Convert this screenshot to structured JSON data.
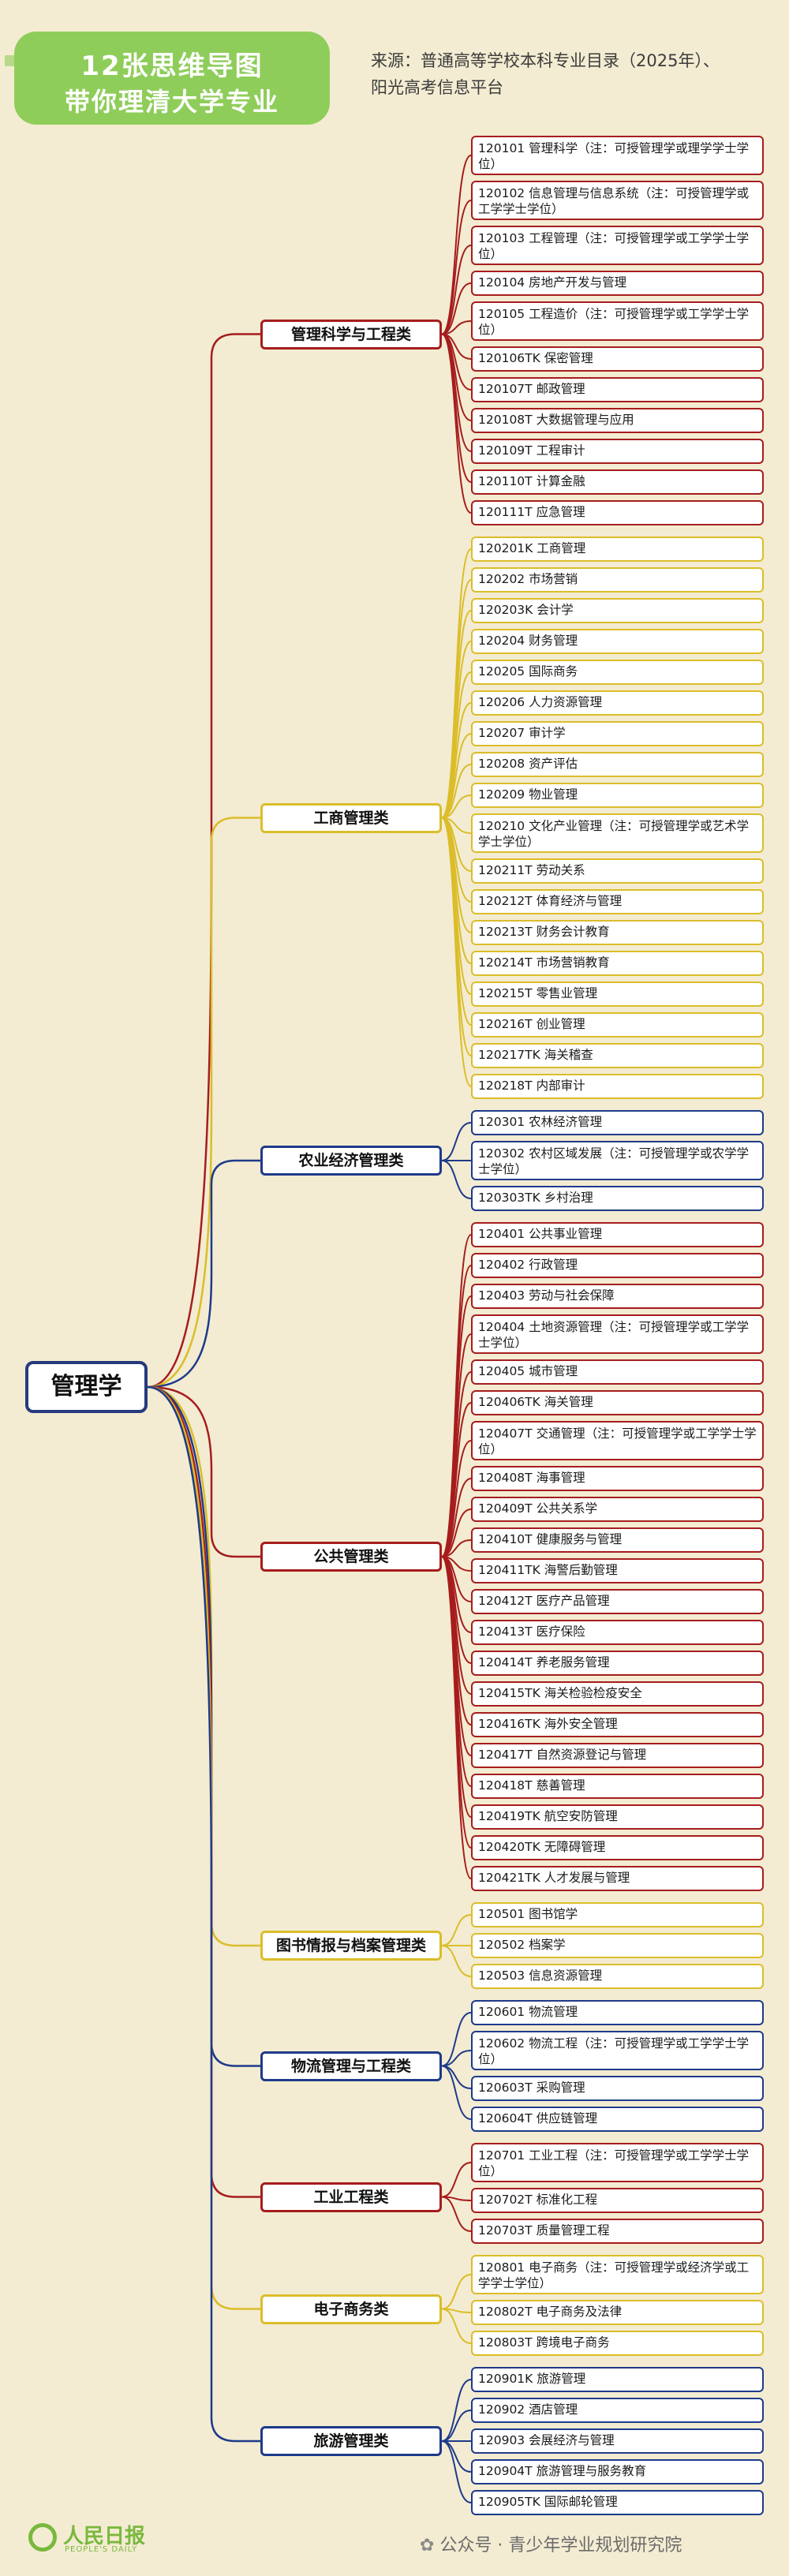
{
  "header": {
    "line1": "12张思维导图",
    "line2": "带你理清大学专业",
    "source_line1": "来源：普通高等学校本科专业目录（2025年）、",
    "source_line2": "阳光高考信息平台"
  },
  "colors": {
    "red": "#a61d1d",
    "yellow": "#dbbd2a",
    "blue": "#1e3a8a",
    "root_border": "#263a7d",
    "background": "#f3ecd2",
    "badge": "#8fcd5a"
  },
  "root": {
    "label": "管理学"
  },
  "categories": [
    {
      "label": "管理科学与工程类",
      "color": "red",
      "items": [
        "120101 管理科学（注：可授管理学或理学学士学位）",
        "120102 信息管理与信息系统（注：可授管理学或工学学士学位）",
        "120103 工程管理（注：可授管理学或工学学士学位）",
        "120104 房地产开发与管理",
        "120105 工程造价（注：可授管理学或工学学士学位）",
        "120106TK 保密管理",
        "120107T 邮政管理",
        "120108T 大数据管理与应用",
        "120109T 工程审计",
        "120110T 计算金融",
        "120111T 应急管理"
      ]
    },
    {
      "label": "工商管理类",
      "color": "yellow",
      "items": [
        "120201K 工商管理",
        "120202 市场营销",
        "120203K 会计学",
        "120204 财务管理",
        "120205 国际商务",
        "120206 人力资源管理",
        "120207 审计学",
        "120208 资产评估",
        "120209 物业管理",
        "120210 文化产业管理（注：可授管理学或艺术学学士学位）",
        "120211T 劳动关系",
        "120212T 体育经济与管理",
        "120213T 财务会计教育",
        "120214T 市场营销教育",
        "120215T 零售业管理",
        "120216T 创业管理",
        "120217TK 海关稽查",
        "120218T 内部审计"
      ]
    },
    {
      "label": "农业经济管理类",
      "color": "blue",
      "items": [
        "120301 农林经济管理",
        "120302 农村区域发展（注：可授管理学或农学学士学位）",
        "120303TK 乡村治理"
      ]
    },
    {
      "label": "公共管理类",
      "color": "red",
      "items": [
        "120401 公共事业管理",
        "120402 行政管理",
        "120403 劳动与社会保障",
        "120404 土地资源管理（注：可授管理学或工学学士学位）",
        "120405 城市管理",
        "120406TK 海关管理",
        "120407T 交通管理（注：可授管理学或工学学士学位）",
        "120408T 海事管理",
        "120409T 公共关系学",
        "120410T 健康服务与管理",
        "120411TK 海警后勤管理",
        "120412T 医疗产品管理",
        "120413T 医疗保险",
        "120414T 养老服务管理",
        "120415TK 海关检验检疫安全",
        "120416TK 海外安全管理",
        "120417T 自然资源登记与管理",
        "120418T 慈善管理",
        "120419TK 航空安防管理",
        "120420TK 无障碍管理",
        "120421TK 人才发展与管理"
      ]
    },
    {
      "label": "图书情报与档案管理类",
      "color": "yellow",
      "items": [
        "120501 图书馆学",
        "120502 档案学",
        "120503 信息资源管理"
      ]
    },
    {
      "label": "物流管理与工程类",
      "color": "blue",
      "items": [
        "120601 物流管理",
        "120602 物流工程（注：可授管理学或工学学士学位）",
        "120603T 采购管理",
        "120604T 供应链管理"
      ]
    },
    {
      "label": "工业工程类",
      "color": "red",
      "items": [
        "120701 工业工程（注：可授管理学或工学学士学位）",
        "120702T 标准化工程",
        "120703T 质量管理工程"
      ]
    },
    {
      "label": "电子商务类",
      "color": "yellow",
      "items": [
        "120801 电子商务（注：可授管理学或经济学或工学学士学位）",
        "120802T 电子商务及法律",
        "120803T 跨境电子商务"
      ]
    },
    {
      "label": "旅游管理类",
      "color": "blue",
      "items": [
        "120901K 旅游管理",
        "120902 酒店管理",
        "120903 会展经济与管理",
        "120904T 旅游管理与服务教育",
        "120905TK 国际邮轮管理"
      ]
    }
  ],
  "footer": {
    "logo_text": "人民日报",
    "logo_sub": "PEOPLE'S DAILY",
    "wechat": "公众号 · 青少年学业规划研究院"
  }
}
